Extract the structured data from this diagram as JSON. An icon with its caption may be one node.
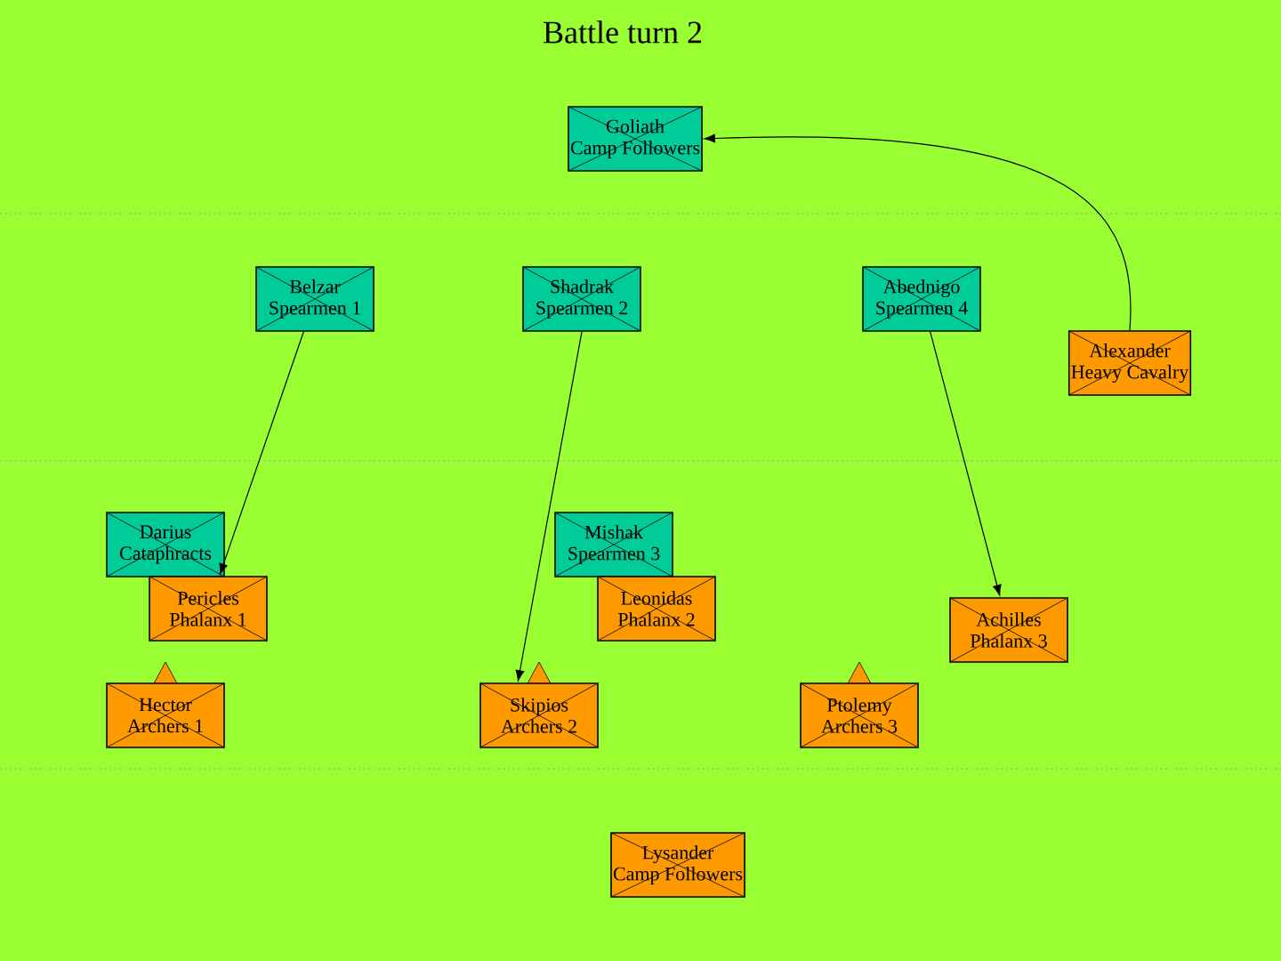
{
  "diagram": {
    "title": "Battle turn 2",
    "nodes": [
      {
        "text": [
          "Goliath",
          "Camp Followers"
        ]
      },
      {
        "text": [
          "Belzar",
          "Spearmen 1"
        ]
      },
      {
        "text": [
          "Shadrak",
          "Spearmen 2"
        ]
      },
      {
        "text": [
          "Abednigo",
          "Spearmen 4"
        ]
      },
      {
        "text": [
          "Alexander",
          "Heavy Cavalry"
        ]
      },
      {
        "text": [
          "Darius",
          "Cataphracts"
        ]
      },
      {
        "text": [
          "Mishak",
          "Spearmen 3"
        ]
      },
      {
        "text": [
          "Pericles",
          "Phalanx 1"
        ]
      },
      {
        "text": [
          "Leonidas",
          "Phalanx 2"
        ]
      },
      {
        "text": [
          "Achilles",
          "Phalanx 3"
        ]
      },
      {
        "text": [
          "Hector",
          "Archers 1"
        ]
      },
      {
        "text": [
          "Skipios",
          "Archers 2"
        ]
      },
      {
        "text": [
          "Ptolemy",
          "Archers 3"
        ]
      },
      {
        "text": [
          "Lysander",
          "Camp Followers"
        ]
      }
    ],
    "edges": [
      {
        "from": 4,
        "to": 0,
        "arrow": "to"
      },
      {
        "from": 1,
        "to": 7,
        "arrow": "to"
      },
      {
        "from": 2,
        "to": 11,
        "arrow": "to"
      },
      {
        "from": 3,
        "to": 9,
        "arrow": "to"
      }
    ]
  }
}
